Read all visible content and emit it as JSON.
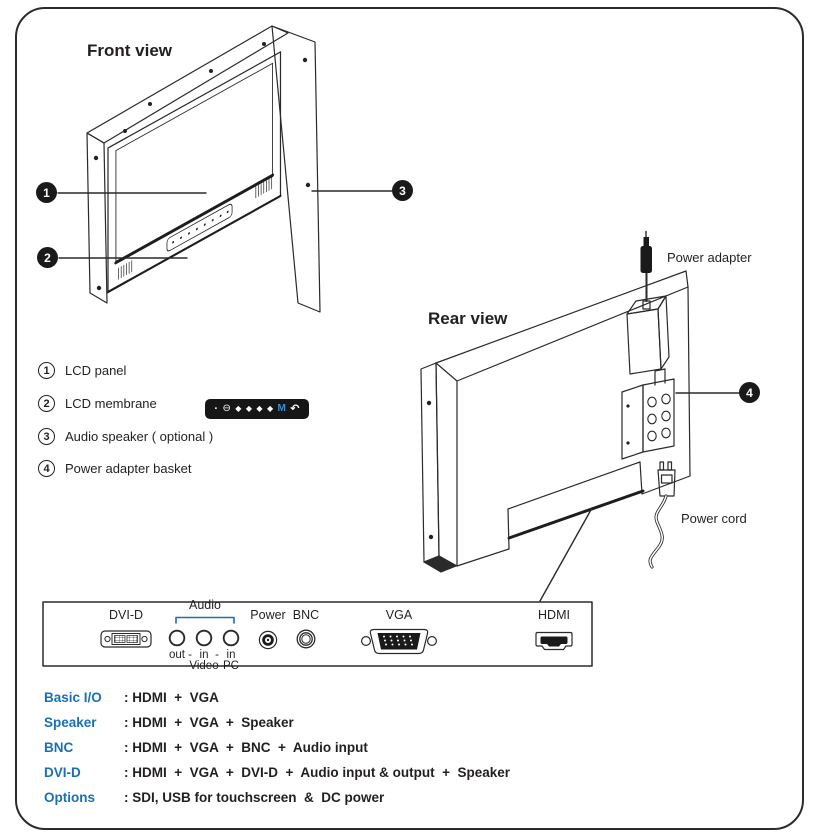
{
  "front_view": {
    "title": "Front view"
  },
  "rear_view": {
    "title": "Rear view",
    "power_adapter_label": "Power adapter",
    "power_cord_label": "Power cord"
  },
  "callouts": {
    "c1": "1",
    "c2": "2",
    "c3": "3",
    "c4": "4"
  },
  "legend": {
    "items": [
      {
        "num": "1",
        "label": "LCD panel"
      },
      {
        "num": "2",
        "label": "LCD membrane"
      },
      {
        "num": "3",
        "label": "Audio speaker ( optional )"
      },
      {
        "num": "4",
        "label": "Power adapter basket"
      }
    ],
    "badge_glyphs": [
      "·",
      "⊖",
      "◆",
      "◆",
      "◆",
      "◆",
      "M",
      "↶"
    ]
  },
  "connector_panel": {
    "dvi_label": "DVI-D",
    "audio_label": "Audio",
    "out": "out",
    "dash": "-",
    "in_video": "in",
    "in_pc": "in",
    "video": "Video",
    "pc": "PC",
    "power_label": "Power",
    "bnc_label": "BNC",
    "vga_label": "VGA",
    "hdmi_label": "HDMI"
  },
  "io_options": {
    "accent_color": "#1b6fb5",
    "rows": [
      {
        "label": "Basic I/O",
        "value": ": HDMI  +  VGA"
      },
      {
        "label": "Speaker",
        "value": ": HDMI  +  VGA  +  Speaker"
      },
      {
        "label": "BNC",
        "value": ": HDMI  +  VGA  +  BNC  +  Audio input"
      },
      {
        "label": "DVI-D",
        "value": ": HDMI  +  VGA  +  DVI-D  +  Audio input & output  +  Speaker"
      },
      {
        "label": "Options",
        "value": ": SDI, USB for touchscreen  &  DC power"
      }
    ]
  }
}
